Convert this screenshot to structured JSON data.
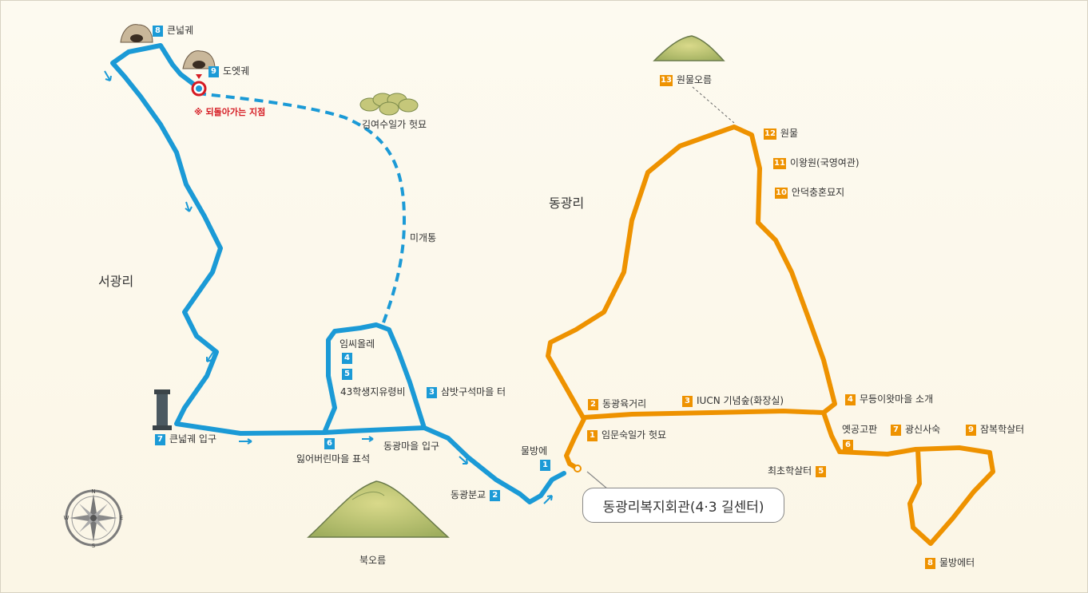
{
  "areas": {
    "seogwangri": "서광리",
    "donggwangri": "동광리"
  },
  "peaks": {
    "bukoreum": "북오름",
    "wonmul_oreum_num": "13",
    "wonmul_oreum": "원물오름"
  },
  "grave_name": "김여수일가 헛묘",
  "migaetong": "미개통",
  "turnaround": "※ 되돌아가는 지점",
  "center_callout": "동광리복지회관(4·3 길센터)",
  "blue": {
    "s1": {
      "num": "1",
      "label": "물방에"
    },
    "s2": {
      "num": "2",
      "label": "동광분교"
    },
    "s3": {
      "num": "3",
      "label": "삼밧구석마을 터"
    },
    "s4": {
      "num": "4",
      "label": "임씨올레"
    },
    "s5": {
      "num": "5",
      "label": "43학생지유령비"
    },
    "s6": {
      "num": "6",
      "label": "잃어버린마을 표석"
    },
    "s7": {
      "num": "7",
      "label": "큰넓궤 입구"
    },
    "s8": {
      "num": "8",
      "label": "큰넓궤"
    },
    "s9": {
      "num": "9",
      "label": "도엣궤"
    },
    "entrance": "동광마을 입구"
  },
  "orange": {
    "s1": {
      "num": "1",
      "label": "임문숙일가 헛묘"
    },
    "s2": {
      "num": "2",
      "label": "동광육거리"
    },
    "s3": {
      "num": "3",
      "label": "IUCN 기념숲(화장실)"
    },
    "s4": {
      "num": "4",
      "label": "무등이왓마을 소개"
    },
    "s5": {
      "num": "5",
      "label": "최초학살터"
    },
    "s6": {
      "num": "6",
      "label": "옛공고판"
    },
    "s7": {
      "num": "7",
      "label": "광신사숙"
    },
    "s8": {
      "num": "8",
      "label": "물방에터"
    },
    "s9": {
      "num": "9",
      "label": "잠복학살터"
    },
    "s10": {
      "num": "10",
      "label": "안덕충혼묘지"
    },
    "s11": {
      "num": "11",
      "label": "이왕원(국영여관)"
    },
    "s12": {
      "num": "12",
      "label": "원물"
    }
  },
  "compass": {
    "n": "N",
    "s": "S",
    "e": "E",
    "w": "W"
  },
  "colors": {
    "blue_route": "#1b9ad6",
    "orange_route": "#ee9200",
    "warning": "#d51b23",
    "background": "#fcf9ed"
  }
}
